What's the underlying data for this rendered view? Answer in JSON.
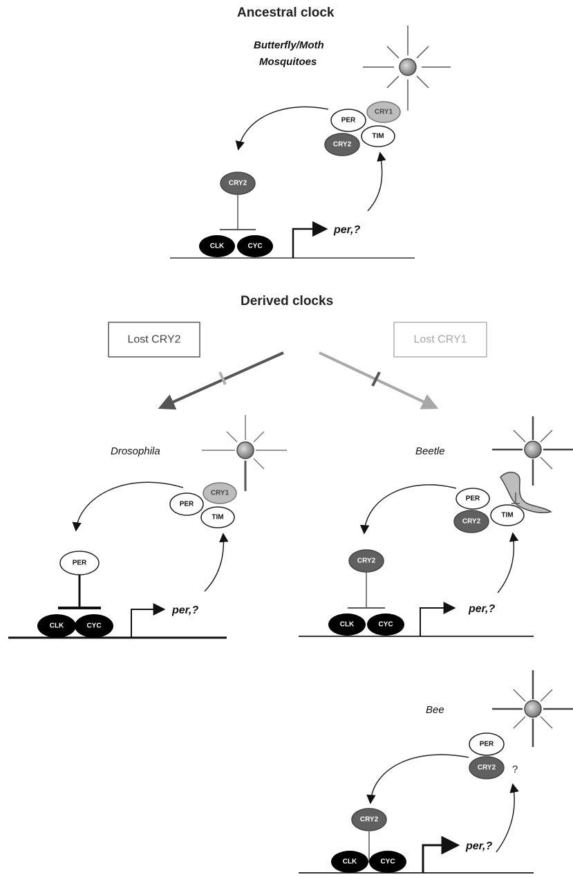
{
  "titles": {
    "ancestral": "Ancestral clock",
    "derived": "Derived clocks"
  },
  "ancestral": {
    "species_line1": "Butterfly/Moth",
    "species_line2": "Mosquitoes",
    "complex": {
      "per": "PER",
      "cry1": "CRY1",
      "cry2": "CRY2",
      "tim": "TIM"
    },
    "repressor": "CRY2",
    "clk": "CLK",
    "cyc": "CYC",
    "gene": "per,?"
  },
  "lost_boxes": {
    "left": "Lost CRY2",
    "right": "Lost CRY1"
  },
  "drosophila": {
    "species": "Drosophila",
    "complex": {
      "per": "PER",
      "cry1": "CRY1",
      "tim": "TIM"
    },
    "repressor": "PER",
    "clk": "CLK",
    "cyc": "CYC",
    "gene": "per,?"
  },
  "beetle": {
    "species": "Beetle",
    "complex": {
      "per": "PER",
      "cry2": "CRY2",
      "tim": "TIM"
    },
    "repressor": "CRY2",
    "clk": "CLK",
    "cyc": "CYC",
    "gene": "per,?"
  },
  "bee": {
    "species": "Bee",
    "complex": {
      "per": "PER",
      "cry2": "CRY2"
    },
    "question": "?",
    "repressor": "CRY2",
    "clk": "CLK",
    "cyc": "CYC",
    "gene": "per,?"
  },
  "colors": {
    "dark_protein": "#606060",
    "light_protein": "#bdbdbd",
    "black_protein": "#000000",
    "lost_cry2_arrow": "#555555",
    "lost_cry1_arrow": "#a8a8a8",
    "lost_cry1_box_text": "#a8a8a8"
  }
}
